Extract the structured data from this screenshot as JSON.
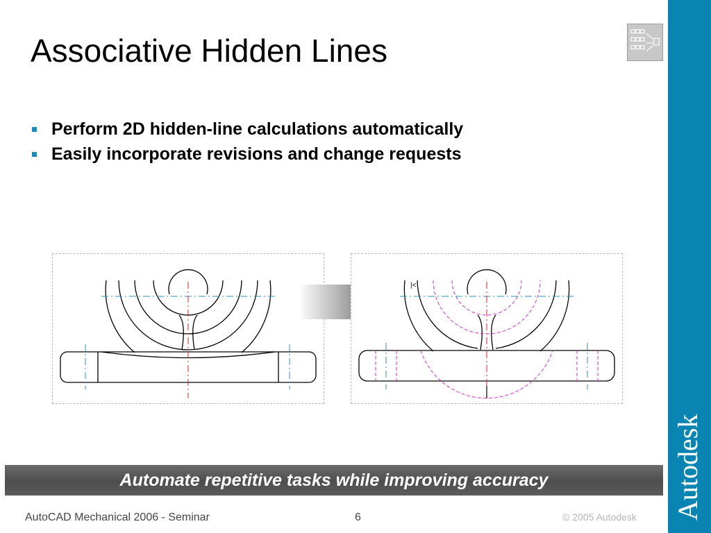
{
  "slide": {
    "title": "Associative Hidden Lines",
    "bullets": [
      "Perform 2D hidden-line calculations automatically",
      "Easily incorporate revisions and change requests"
    ],
    "banner": "Automate repetitive tasks while improving accuracy"
  },
  "brand": {
    "name": "Autodesk"
  },
  "footer": {
    "left": "AutoCAD Mechanical 2006 - Seminar",
    "page": "6",
    "right": "© 2005 Autodesk"
  },
  "colors": {
    "brand_bar": "#0a85b3",
    "bullet": "#1a8cc0",
    "centerline": "#e02020",
    "axis": "#2b8ec6",
    "hidden": "#e02ad6"
  },
  "icons": [
    "workflow-icon"
  ]
}
